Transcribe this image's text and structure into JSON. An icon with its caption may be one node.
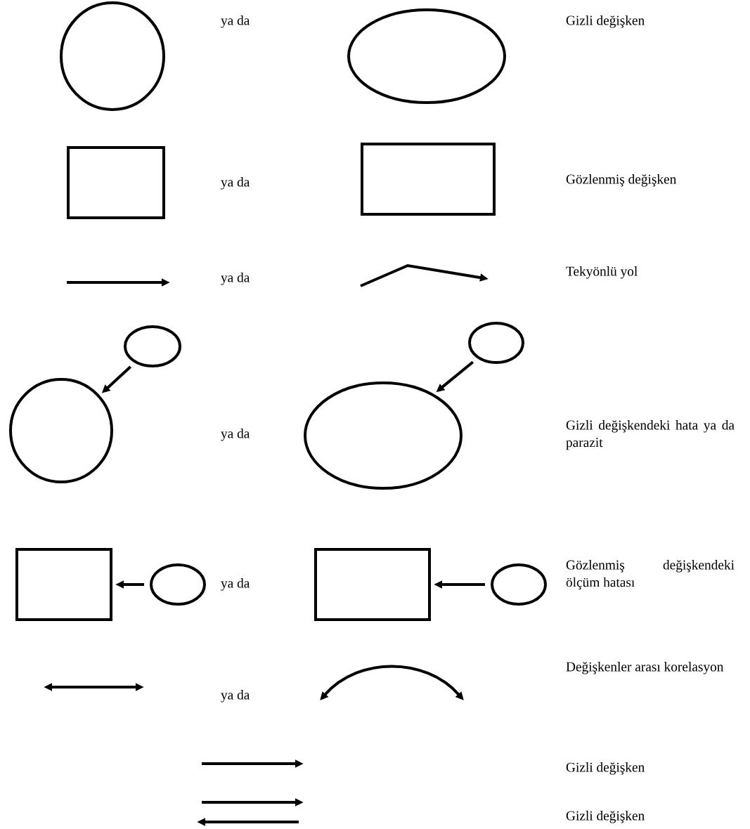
{
  "diagram": {
    "nodes": [
      {
        "text": [],
        "shape": "circle"
      },
      {
        "text": [],
        "shape": "ellipse"
      },
      {
        "text": [],
        "shape": "box"
      },
      {
        "text": [],
        "shape": "box"
      },
      {
        "text": [],
        "shape": "ellipse"
      },
      {
        "text": [],
        "shape": "circle"
      },
      {
        "text": [],
        "shape": "ellipse"
      },
      {
        "text": [],
        "shape": "ellipse"
      },
      {
        "text": [],
        "shape": "box"
      },
      {
        "text": [],
        "shape": "ellipse"
      },
      {
        "text": [],
        "shape": "box"
      },
      {
        "text": [],
        "shape": "ellipse"
      }
    ],
    "edges": [
      {
        "from": 4,
        "to": 5,
        "arrow": "to"
      },
      {
        "from": 6,
        "to": 7,
        "arrow": "to"
      },
      {
        "from": 9,
        "to": 8,
        "arrow": "to"
      },
      {
        "from": 11,
        "to": 10,
        "arrow": "to"
      }
    ],
    "labels": [
      "ya da",
      "Gizli değişken",
      "ya da",
      "Gözlenmiş değişken",
      "ya da",
      "Tekyönlü yol",
      "ya da",
      "Gizli değişkendeki hata ya da parazit",
      "ya da",
      "Gözlenmiş değişkendeki ölçüm hatası",
      "Değişkenler arası korelasyon",
      "ya da",
      "Gizli değişken",
      "Gizli değişken"
    ]
  }
}
